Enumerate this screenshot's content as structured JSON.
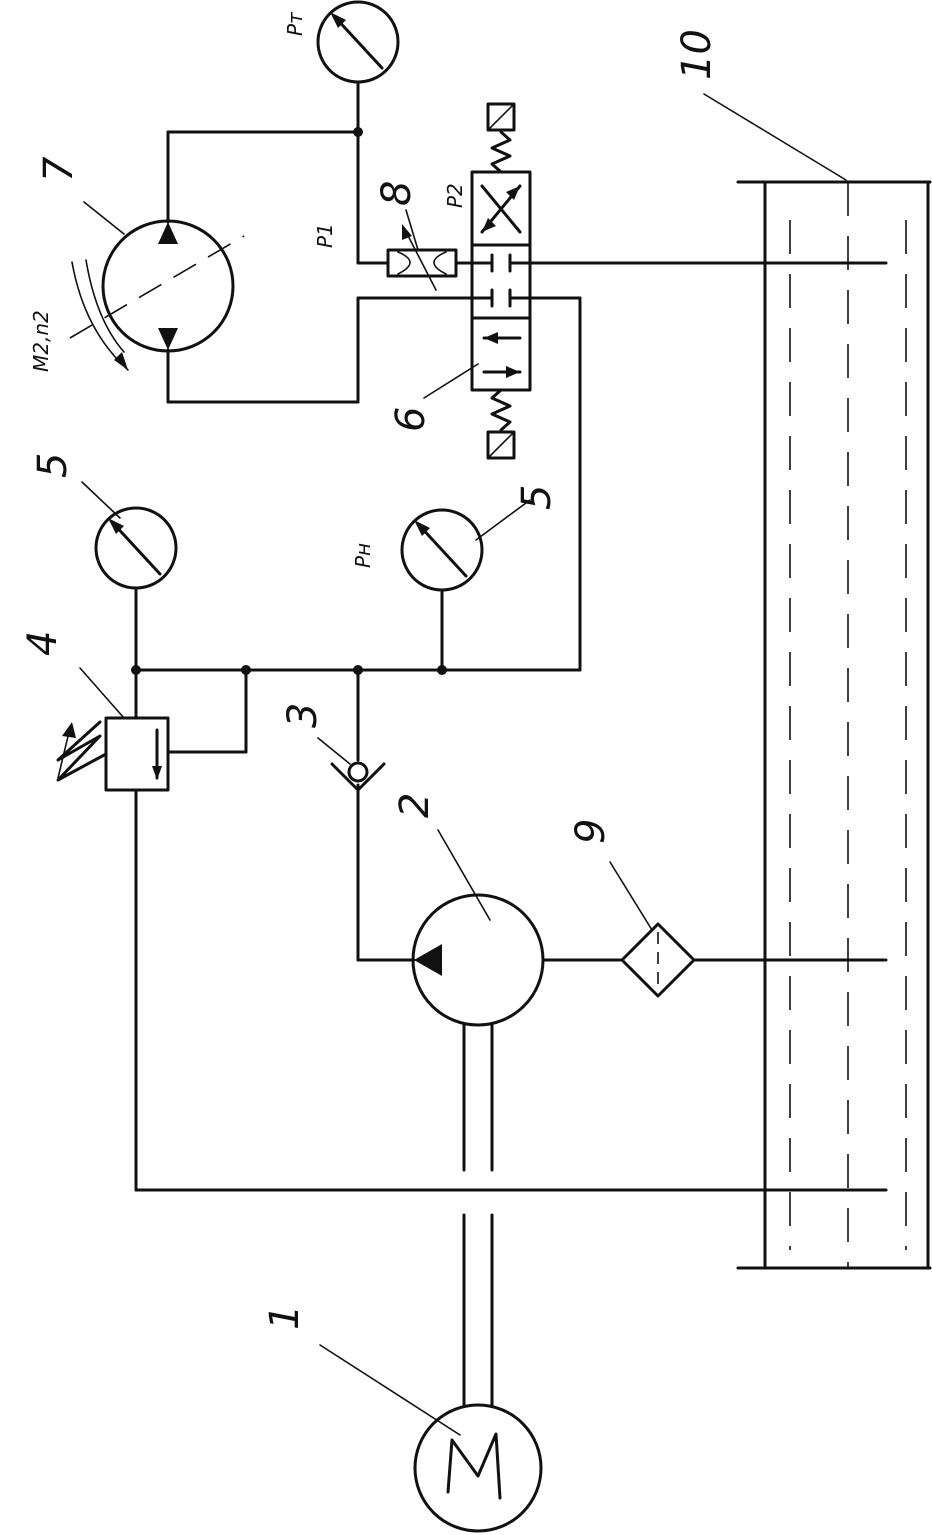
{
  "diagram": {
    "numbers": {
      "n1": "1",
      "n2": "2",
      "n3": "3",
      "n4": "4",
      "n5a": "5",
      "n5b": "5",
      "n6": "6",
      "n7": "7",
      "n8": "8",
      "n9": "9",
      "n10": "10"
    },
    "labels": {
      "p_t": "Pт",
      "p_1": "P1",
      "p_2": "P2",
      "p_n": "Pн",
      "m_n": "M2,n2"
    }
  }
}
